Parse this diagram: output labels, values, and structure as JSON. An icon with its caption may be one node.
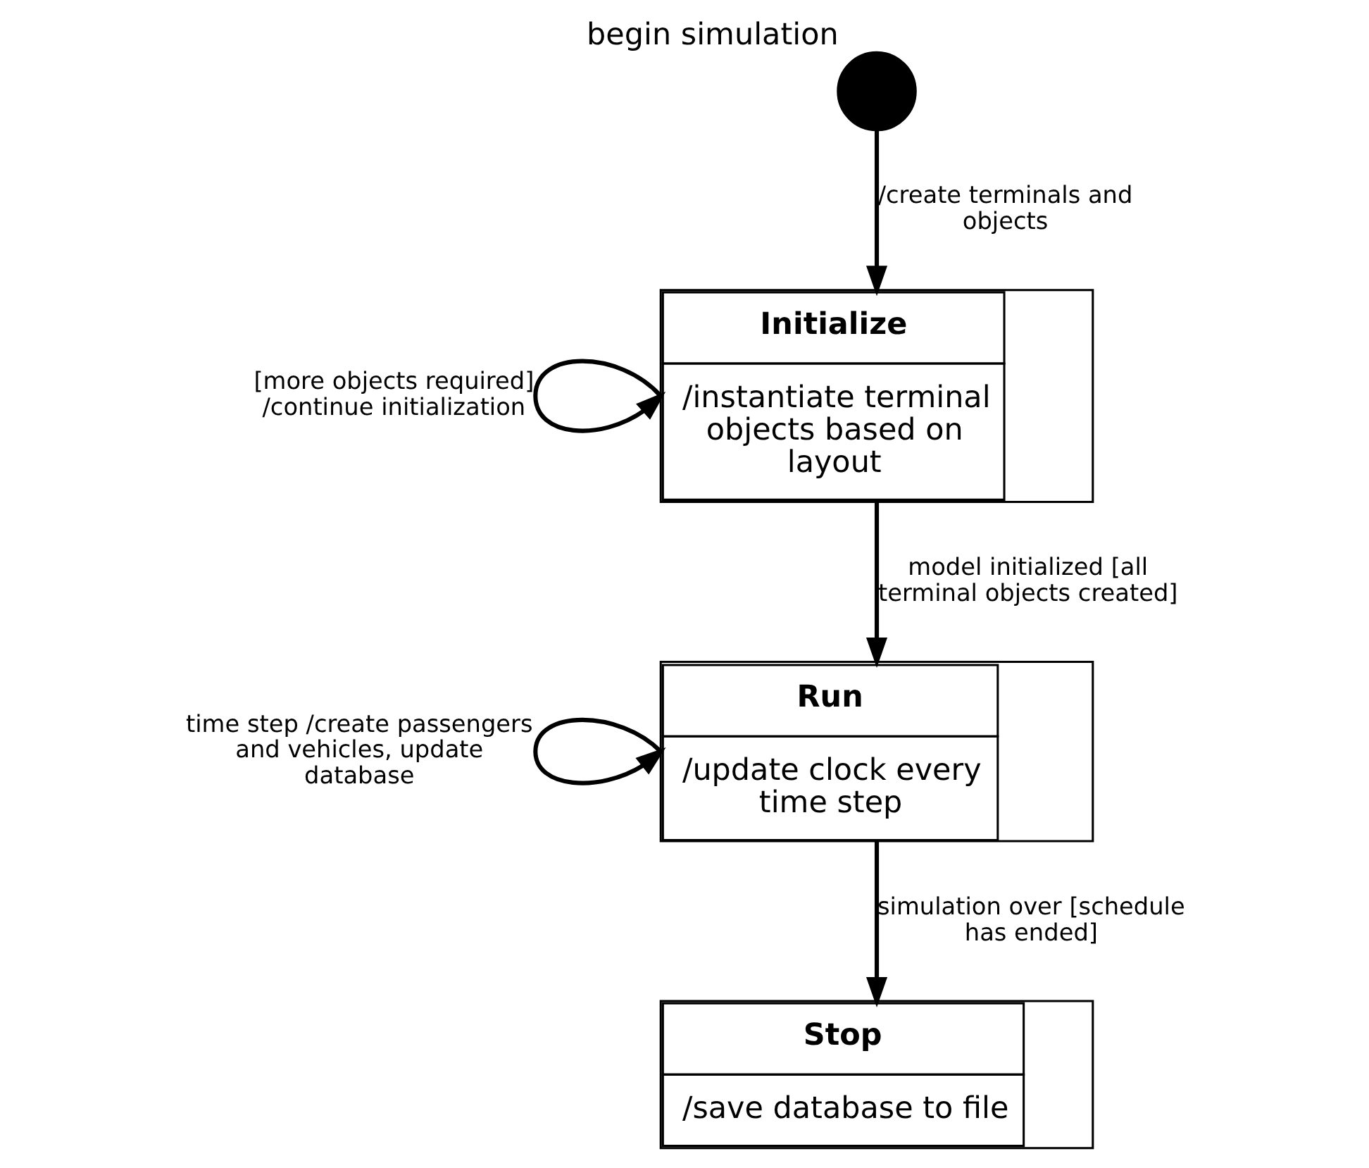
{
  "diagram": {
    "nodes": [
      {
        "text": [],
        "shape": "circle",
        "beside": [
          "begin simulation"
        ]
      },
      {
        "text": [
          "Initialize",
          "/instantiate terminal objects based on layout"
        ]
      },
      {
        "text": [
          "Run",
          "/update clock every time step"
        ]
      },
      {
        "text": [
          "Stop",
          "/save database to file"
        ]
      }
    ],
    "edges": [
      {
        "from": 0,
        "to": 1,
        "arrow": "to",
        "label": "/create terminals and objects"
      },
      {
        "from": 1,
        "to": 1,
        "arrow": "to",
        "label": "[more objects required] /continue initialization"
      },
      {
        "from": 1,
        "to": 2,
        "arrow": "to",
        "label": "model initialized [all terminal objects created]"
      },
      {
        "from": 2,
        "to": 2,
        "arrow": "to",
        "label": "time step /create passengers and vehicles, update database"
      },
      {
        "from": 2,
        "to": 3,
        "arrow": "to",
        "label": "simulation over [schedule has ended]"
      }
    ]
  }
}
